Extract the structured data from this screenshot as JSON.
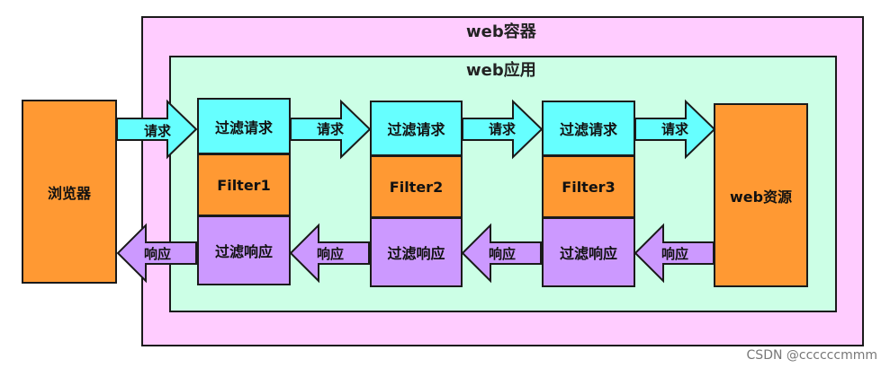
{
  "container": {
    "title": "web容器"
  },
  "app": {
    "title": "web应用"
  },
  "browser": {
    "label": "浏览器"
  },
  "resource": {
    "label": "web资源"
  },
  "filters": [
    {
      "request": "过滤请求",
      "name": "Filter1",
      "response": "过滤响应"
    },
    {
      "request": "过滤请求",
      "name": "Filter2",
      "response": "过滤响应"
    },
    {
      "request": "过滤请求",
      "name": "Filter3",
      "response": "过滤响应"
    }
  ],
  "request_arrows": [
    "请求",
    "请求",
    "请求",
    "请求"
  ],
  "response_arrows": [
    "响应",
    "响应",
    "响应",
    "响应"
  ],
  "watermark": "CSDN @ccccccmmm",
  "colors": {
    "container": "#ffccff",
    "app": "#ccffe6",
    "request": "#66ffff",
    "filter": "#ff9933",
    "response": "#cc99ff"
  }
}
